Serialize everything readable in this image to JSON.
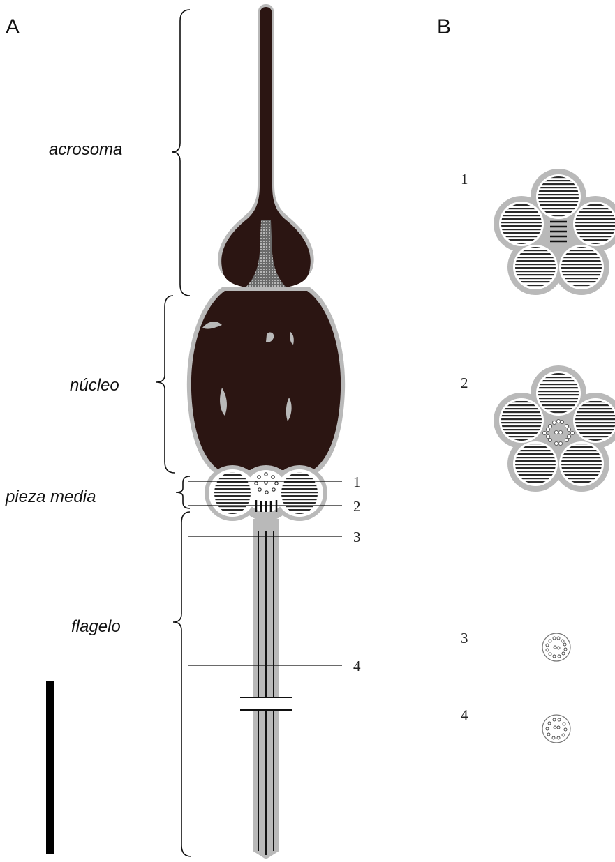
{
  "panels": {
    "a": "A",
    "b": "B"
  },
  "regions": {
    "acrosome": "acrosoma",
    "nucleus": "núcleo",
    "midpiece": "pieza media",
    "flagellum": "flagelo"
  },
  "section_markers": [
    "1",
    "2",
    "3",
    "4"
  ],
  "cross_section_labels": [
    "1",
    "2",
    "3",
    "4"
  ],
  "colors": {
    "cell_body": "#2b1512",
    "membrane": "#b9b9b9",
    "line": "#111111"
  }
}
